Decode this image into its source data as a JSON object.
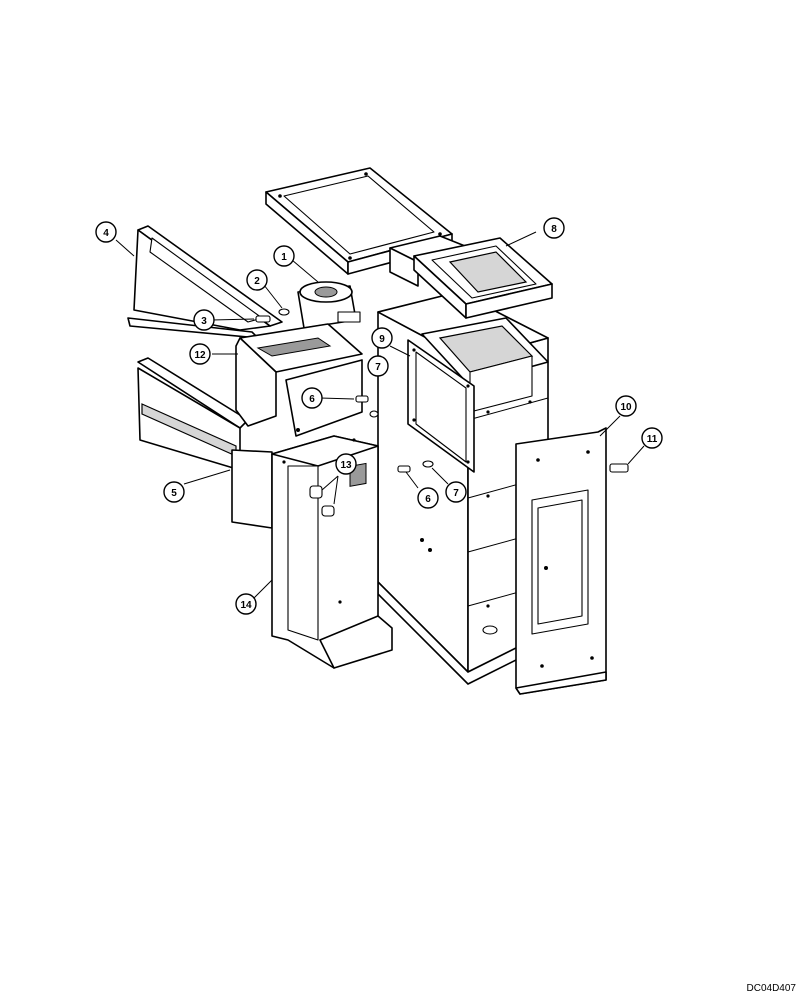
{
  "drawing_code": "DC04D407",
  "callouts": [
    {
      "id": "c1",
      "label": "1"
    },
    {
      "id": "c2",
      "label": "2"
    },
    {
      "id": "c3",
      "label": "3"
    },
    {
      "id": "c4",
      "label": "4"
    },
    {
      "id": "c5",
      "label": "5"
    },
    {
      "id": "c6a",
      "label": "6"
    },
    {
      "id": "c6b",
      "label": "6"
    },
    {
      "id": "c7a",
      "label": "7"
    },
    {
      "id": "c7b",
      "label": "7"
    },
    {
      "id": "c8",
      "label": "8"
    },
    {
      "id": "c9",
      "label": "9"
    },
    {
      "id": "c10",
      "label": "10"
    },
    {
      "id": "c11",
      "label": "11"
    },
    {
      "id": "c12",
      "label": "12"
    },
    {
      "id": "c13",
      "label": "13"
    },
    {
      "id": "c14",
      "label": "14"
    }
  ]
}
